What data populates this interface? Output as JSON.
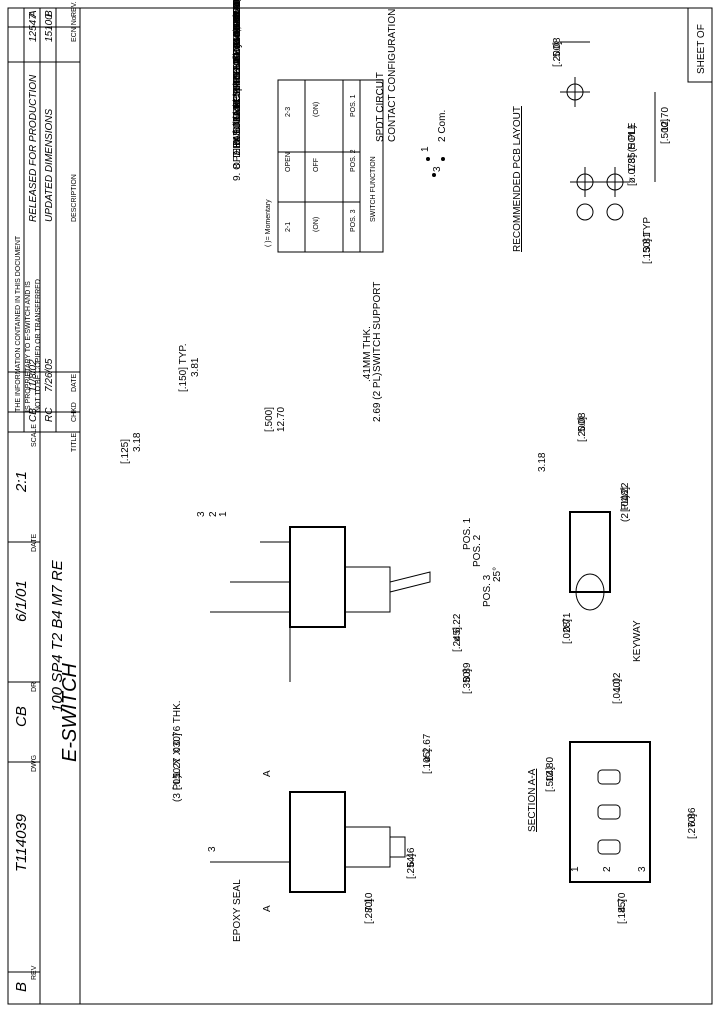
{
  "sheet_of": "SHEET OF",
  "pcb": {
    "title": "RECOMMENDED PCB LAYOUT",
    "d_200_mm": "5.08",
    "d_200_in": "[.200]",
    "d_500_mm": "12.70",
    "d_500_in": "[.500]",
    "hole_mm": "1.85 HOLE",
    "hole_in": "[ø.073] (5 PL)",
    "d_150_mm": "3.81",
    "d_150_in": "[.150] TYP"
  },
  "notes": {
    "heading": "NOTES:",
    "lines": [
      "1. ALL DIMENSIONS IN MM [INCH]",
      "2. GENERAL TOLERANCE: X.X=±0.4",
      "                      X.XX=±0.25",
      "3. TERMINAL NUMBERS FOR REF. ONLY.",
      "4. RATING: 0.4VA @20V AC or DC max.",
      "5. FIXED TERM. & MOVING CONTACT:",
      "      COPPER Alloy w/GOLD plate over",
      "      Nickel plate.",
      "6. ELECTRIC LIFE: 40,000 make-and-break cycles",
      "      at full load.",
      "7. INSULATION RESISTANCE: 1,000 Mega-ohm min.",
      "8. DIELECTRIC STRENGTH: 1,000 V RMS @sea level.",
      "9. OPERATING TEMP.: -30°C to +85°C"
    ]
  },
  "circuit": {
    "title": "SPDT CIRCUIT",
    "config_title": "CONTACT CONFIGURATION",
    "switch_function": "SWITCH FUNCTION",
    "headers": [
      "POS. 1",
      "POS. 2",
      "POS. 3"
    ],
    "row1": [
      "(ON)",
      "OFF",
      "(ON)"
    ],
    "row2": [
      "2-3",
      "OPEN",
      "2-1"
    ],
    "momentary": "( )= Momentary",
    "com": "2 Com.",
    "t1": "1",
    "t3": "3"
  },
  "side_view": {
    "d_269": "2.69 (2 PL)",
    "support": "SWITCH SUPPORT",
    "support2": ".41MM THK.",
    "d_381_mm": "3.81",
    "d_381_in": "[.150] TYP.",
    "d_1270_mm": "12.70",
    "d_1270_in": "[.500]",
    "d_318_mm": "3.18",
    "d_318_in": "[.125]",
    "pos1": "POS. 1",
    "pos2": "POS. 2",
    "pos3": "POS. 3",
    "angle": "25°",
    "d_622_mm": "ø 6.22",
    "d_622_in": "[.245]",
    "d_889_mm": "8.89",
    "d_889_in": "[.350]",
    "term1": "1",
    "term2": "2",
    "term3": "3"
  },
  "top_view": {
    "d_508_mm": "5.08",
    "d_508_in": "[.200]",
    "d_318": "3.18",
    "d_122_mm": "1.22",
    "d_122_in": "[.048]",
    "d_122_pl": "(2 PL)",
    "d_071_mm": "0.71",
    "d_071_in": "[.028]",
    "keyway": "KEYWAY",
    "d_102_mm": "1.02",
    "d_102_in": "[.040]"
  },
  "front_view": {
    "term": "1.27 X 0.76 THK.",
    "term_in": "[.050 X .030]",
    "term_pl": "(3 PL)",
    "label3": "3",
    "a_top": "A",
    "a_bot": "A",
    "d_267_mm": "ø 2.67",
    "d_267_in": "[.105]",
    "d_646_mm": "6.46",
    "d_646_in": "[.254]",
    "d_710_mm": "7.10",
    "d_710_in": "[.280]",
    "epoxy": "EPOXY SEAL"
  },
  "section": {
    "title": "SECTION A-A",
    "d_1280_mm": "12.80",
    "d_1280_in": "[.504]",
    "d_686_mm": "6.86",
    "d_686_in": "[.270]",
    "d_470_mm": "4.70",
    "d_470_in": "[.185]",
    "p1": "1",
    "p2": "2",
    "p3": "3"
  },
  "revisions": {
    "headers": [
      "REV.",
      "ECN No.",
      "DESCRIPTION",
      "DATE",
      "CHKD"
    ],
    "rows": [
      [
        "B",
        "15100",
        "UPDATED DIMENSIONS",
        "7/26/05",
        "RC"
      ],
      [
        "A",
        "12547",
        "RELEASED FOR PRODUCTION",
        "11/8/02",
        "CB"
      ]
    ],
    "proprietary": [
      "THE INFORMATION CONTAINED IN THIS DOCUMENT",
      "IS PROPRIETARY TO E-SWITCH AND IS",
      "NOT TO BE COPIED OR TRANSFERRED"
    ]
  },
  "title_block": {
    "title_label": "TITLE",
    "title": "100 SP4 T2 B4 M7 RE",
    "logo": "E-SWITCH",
    "scale_label": "SCALE",
    "scale": "2:1",
    "date_label": "DATE",
    "date": "6/1/01",
    "dr_label": "DR",
    "dr": "CB",
    "dwg_label": "DWG",
    "dwg": "T114039",
    "rev_label": "REV",
    "rev": "B"
  }
}
